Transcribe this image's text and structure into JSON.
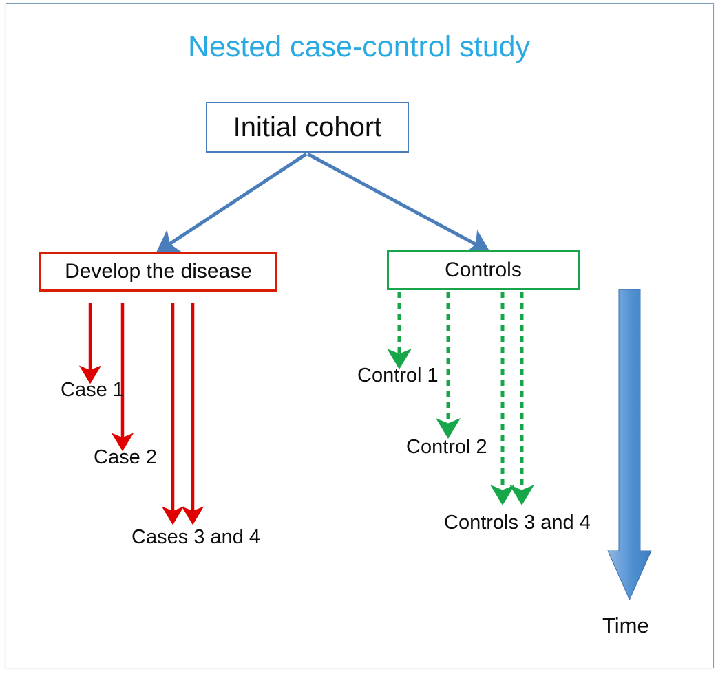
{
  "figure": {
    "title": "Nested case-control study",
    "title_color": "#29aae2",
    "background": "#ffffff",
    "frame_color": "#7f9fbf"
  },
  "nodes": {
    "initial_cohort": {
      "label": "Initial cohort",
      "border_color": "#4a7ebb"
    },
    "disease": {
      "label": "Develop the disease",
      "border_color": "#d81e05"
    },
    "controls": {
      "label": "Controls",
      "border_color": "#17a74a"
    }
  },
  "case_labels": [
    {
      "text": "Case 1"
    },
    {
      "text": "Case 2"
    },
    {
      "text": "Cases 3 and 4"
    }
  ],
  "control_labels": [
    {
      "text": "Control 1"
    },
    {
      "text": "Control 2"
    },
    {
      "text": "Controls 3 and 4"
    }
  ],
  "time_axis": {
    "label": "Time",
    "color": "#4a86c8",
    "direction": "down"
  },
  "arrows": {
    "split_color": "#4a7ebb",
    "case_color": "#e00000",
    "control_color": "#17a74a",
    "control_style": "dashed"
  }
}
